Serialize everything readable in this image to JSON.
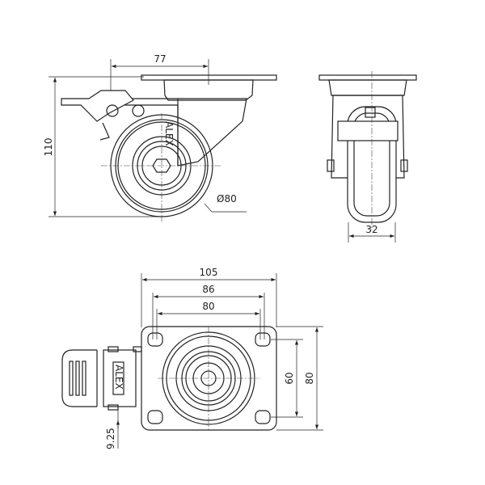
{
  "drawing": {
    "side_view": {
      "dim_width": "77",
      "dim_height": "110",
      "dim_diameter": "Ø80",
      "brand_mark": "ALEX"
    },
    "front_view": {
      "dim_wheel_width": "32"
    },
    "bottom_view": {
      "dim_plate_width": "105",
      "dim_hole_outer": "86",
      "dim_hole_inner": "80",
      "dim_hole_vertical": "60",
      "dim_plate_height": "80",
      "dim_brake_offset": "9.25",
      "brand_mark": "ALEX"
    }
  }
}
